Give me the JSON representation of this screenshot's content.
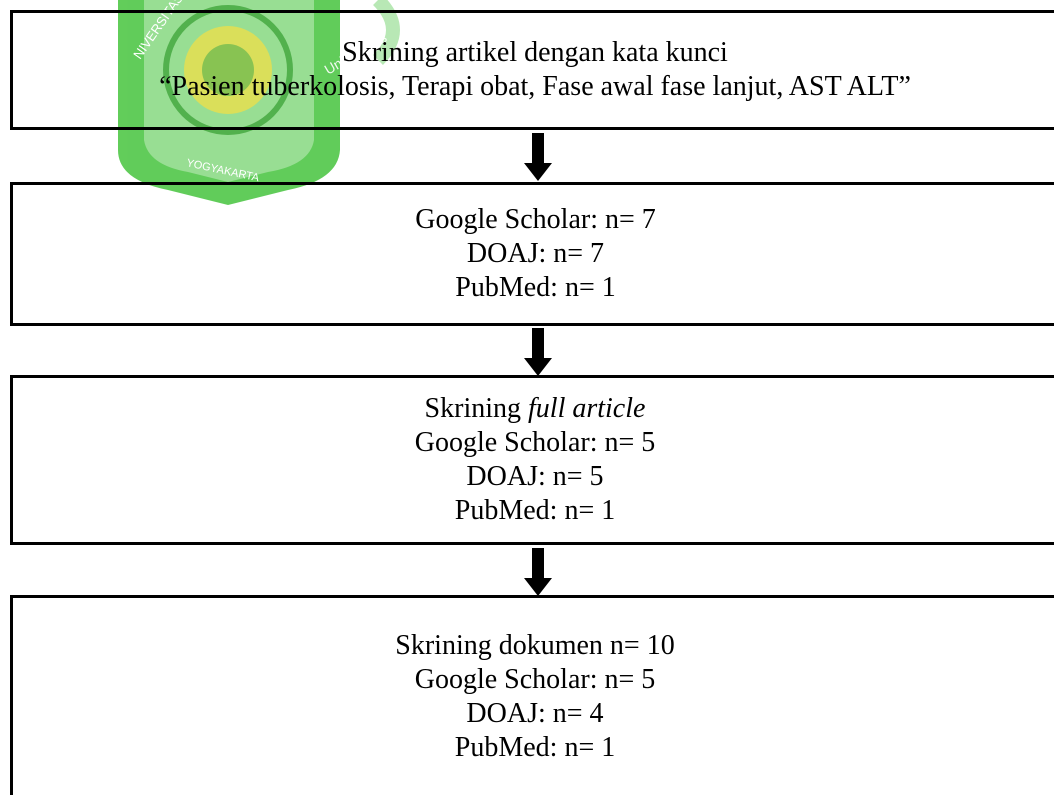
{
  "watermark": {
    "icon": "university-seal-icon",
    "color": "#39c230",
    "text_left": "NIVERSITAS",
    "text_bottom": "YOGYAKARTA",
    "text_diagonal": "Universitas"
  },
  "flow": {
    "box1": {
      "line1": "Skrining artikel dengan kata kunci",
      "line2": "“Pasien tuberkolosis, Terapi obat, Fase awal fase lanjut, AST ALT”"
    },
    "box2": {
      "line1": "Google Scholar: n= 7",
      "line2": "DOAJ: n= 7",
      "line3": "PubMed: n= 1"
    },
    "box3": {
      "line1_prefix": "Skrining ",
      "line1_italic": "full article",
      "line2": "Google Scholar: n= 5",
      "line3": "DOAJ: n= 5",
      "line4": "PubMed: n= 1"
    },
    "box4": {
      "line1": "Skrining dokumen n= 10",
      "line2": "Google Scholar: n= 5",
      "line3": "DOAJ: n= 4",
      "line4": "PubMed: n= 1"
    },
    "arrow_icon": "down-arrow-icon"
  }
}
